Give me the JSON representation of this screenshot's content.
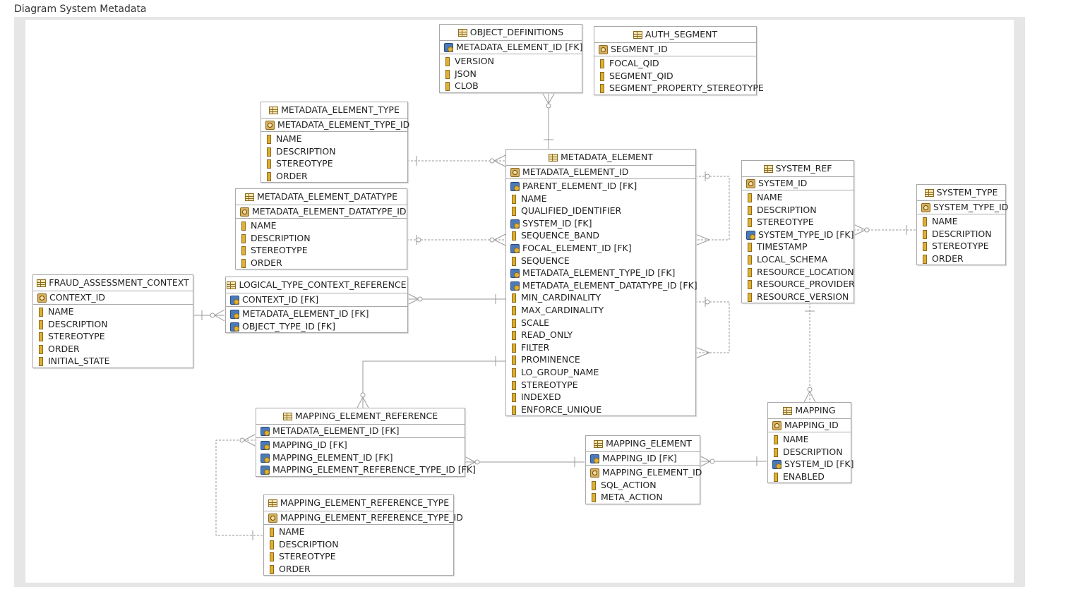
{
  "page": {
    "title": "Diagram System Metadata"
  },
  "entities": [
    {
      "key": "object_definitions",
      "name": "OBJECT_DEFINITIONS",
      "pk": {
        "label": "METADATA_ELEMENT_ID [FK]",
        "icon": "foreign-key-icon"
      },
      "columns": [
        {
          "label": "VERSION",
          "icon": "column-icon"
        },
        {
          "label": "JSON",
          "icon": "column-icon"
        },
        {
          "label": "CLOB",
          "icon": "column-icon"
        }
      ]
    },
    {
      "key": "auth_segment",
      "name": "AUTH_SEGMENT",
      "pk": {
        "label": "SEGMENT_ID",
        "icon": "primary-key-icon"
      },
      "columns": [
        {
          "label": "FOCAL_QID",
          "icon": "column-icon"
        },
        {
          "label": "SEGMENT_QID",
          "icon": "column-icon"
        },
        {
          "label": "SEGMENT_PROPERTY_STEREOTYPE",
          "icon": "column-icon"
        }
      ]
    },
    {
      "key": "metadata_element_type",
      "name": "METADATA_ELEMENT_TYPE",
      "pk": {
        "label": "METADATA_ELEMENT_TYPE_ID",
        "icon": "primary-key-icon"
      },
      "columns": [
        {
          "label": "NAME",
          "icon": "column-icon"
        },
        {
          "label": "DESCRIPTION",
          "icon": "column-icon"
        },
        {
          "label": "STEREOTYPE",
          "icon": "column-icon"
        },
        {
          "label": "ORDER",
          "icon": "column-icon"
        }
      ]
    },
    {
      "key": "metadata_element_datatype",
      "name": "METADATA_ELEMENT_DATATYPE",
      "pk": {
        "label": "METADATA_ELEMENT_DATATYPE_ID",
        "icon": "primary-key-icon"
      },
      "columns": [
        {
          "label": "NAME",
          "icon": "column-icon"
        },
        {
          "label": "DESCRIPTION",
          "icon": "column-icon"
        },
        {
          "label": "STEREOTYPE",
          "icon": "column-icon"
        },
        {
          "label": "ORDER",
          "icon": "column-icon"
        }
      ]
    },
    {
      "key": "metadata_element",
      "name": "METADATA_ELEMENT",
      "pk": {
        "label": "METADATA_ELEMENT_ID",
        "icon": "primary-key-icon"
      },
      "columns": [
        {
          "label": "PARENT_ELEMENT_ID [FK]",
          "icon": "foreign-key-icon"
        },
        {
          "label": "NAME",
          "icon": "column-icon"
        },
        {
          "label": "QUALIFIED_IDENTIFIER",
          "icon": "column-icon"
        },
        {
          "label": "SYSTEM_ID [FK]",
          "icon": "foreign-key-icon"
        },
        {
          "label": "SEQUENCE_BAND",
          "icon": "column-icon"
        },
        {
          "label": "FOCAL_ELEMENT_ID [FK]",
          "icon": "foreign-key-icon"
        },
        {
          "label": "SEQUENCE",
          "icon": "column-icon"
        },
        {
          "label": "METADATA_ELEMENT_TYPE_ID [FK]",
          "icon": "foreign-key-icon"
        },
        {
          "label": "METADATA_ELEMENT_DATATYPE_ID [FK]",
          "icon": "foreign-key-icon"
        },
        {
          "label": "MIN_CARDINALITY",
          "icon": "column-icon"
        },
        {
          "label": "MAX_CARDINALITY",
          "icon": "column-icon"
        },
        {
          "label": "SCALE",
          "icon": "column-icon"
        },
        {
          "label": "READ_ONLY",
          "icon": "column-icon"
        },
        {
          "label": "FILTER",
          "icon": "column-icon"
        },
        {
          "label": "PROMINENCE",
          "icon": "column-icon"
        },
        {
          "label": "LO_GROUP_NAME",
          "icon": "column-icon"
        },
        {
          "label": "STEREOTYPE",
          "icon": "column-icon"
        },
        {
          "label": "INDEXED",
          "icon": "column-icon"
        },
        {
          "label": "ENFORCE_UNIQUE",
          "icon": "column-icon"
        }
      ]
    },
    {
      "key": "system_ref",
      "name": "SYSTEM_REF",
      "pk": {
        "label": "SYSTEM_ID",
        "icon": "primary-key-icon"
      },
      "columns": [
        {
          "label": "NAME",
          "icon": "column-icon"
        },
        {
          "label": "DESCRIPTION",
          "icon": "column-icon"
        },
        {
          "label": "STEREOTYPE",
          "icon": "column-icon"
        },
        {
          "label": "SYSTEM_TYPE_ID [FK]",
          "icon": "foreign-key-icon"
        },
        {
          "label": "TIMESTAMP",
          "icon": "column-icon"
        },
        {
          "label": "LOCAL_SCHEMA",
          "icon": "column-icon"
        },
        {
          "label": "RESOURCE_LOCATION",
          "icon": "column-icon"
        },
        {
          "label": "RESOURCE_PROVIDER",
          "icon": "column-icon"
        },
        {
          "label": "RESOURCE_VERSION",
          "icon": "column-icon"
        }
      ]
    },
    {
      "key": "system_type",
      "name": "SYSTEM_TYPE",
      "pk": {
        "label": "SYSTEM_TYPE_ID",
        "icon": "primary-key-icon"
      },
      "columns": [
        {
          "label": "NAME",
          "icon": "column-icon"
        },
        {
          "label": "DESCRIPTION",
          "icon": "column-icon"
        },
        {
          "label": "STEREOTYPE",
          "icon": "column-icon"
        },
        {
          "label": "ORDER",
          "icon": "column-icon"
        }
      ]
    },
    {
      "key": "fraud_assessment_context",
      "name": "FRAUD_ASSESSMENT_CONTEXT",
      "pk": {
        "label": "CONTEXT_ID",
        "icon": "primary-key-icon"
      },
      "columns": [
        {
          "label": "NAME",
          "icon": "column-icon"
        },
        {
          "label": "DESCRIPTION",
          "icon": "column-icon"
        },
        {
          "label": "STEREOTYPE",
          "icon": "column-icon"
        },
        {
          "label": "ORDER",
          "icon": "column-icon"
        },
        {
          "label": "INITIAL_STATE",
          "icon": "column-icon"
        }
      ]
    },
    {
      "key": "logical_type_context_reference",
      "name": "LOGICAL_TYPE_CONTEXT_REFERENCE",
      "pk": {
        "label": "CONTEXT_ID [FK]",
        "icon": "foreign-key-icon"
      },
      "columns": [
        {
          "label": "METADATA_ELEMENT_ID [FK]",
          "icon": "foreign-key-icon"
        },
        {
          "label": "OBJECT_TYPE_ID [FK]",
          "icon": "foreign-key-icon"
        }
      ]
    },
    {
      "key": "mapping_element_reference",
      "name": "MAPPING_ELEMENT_REFERENCE",
      "pk": {
        "label": "METADATA_ELEMENT_ID [FK]",
        "icon": "foreign-key-icon"
      },
      "columns": [
        {
          "label": "MAPPING_ID [FK]",
          "icon": "foreign-key-icon"
        },
        {
          "label": "MAPPING_ELEMENT_ID [FK]",
          "icon": "foreign-key-icon"
        },
        {
          "label": "MAPPING_ELEMENT_REFERENCE_TYPE_ID [FK]",
          "icon": "foreign-key-icon"
        }
      ]
    },
    {
      "key": "mapping_element_reference_type",
      "name": "MAPPING_ELEMENT_REFERENCE_TYPE",
      "pk": {
        "label": "MAPPING_ELEMENT_REFERENCE_TYPE_ID",
        "icon": "primary-key-icon"
      },
      "columns": [
        {
          "label": "NAME",
          "icon": "column-icon"
        },
        {
          "label": "DESCRIPTION",
          "icon": "column-icon"
        },
        {
          "label": "STEREOTYPE",
          "icon": "column-icon"
        },
        {
          "label": "ORDER",
          "icon": "column-icon"
        }
      ]
    },
    {
      "key": "mapping_element",
      "name": "MAPPING_ELEMENT",
      "pk": {
        "label": "MAPPING_ID [FK]",
        "icon": "foreign-key-icon"
      },
      "columns": [
        {
          "label": "MAPPING_ELEMENT_ID",
          "icon": "primary-key-icon"
        },
        {
          "label": "SQL_ACTION",
          "icon": "column-icon"
        },
        {
          "label": "META_ACTION",
          "icon": "column-icon"
        }
      ]
    },
    {
      "key": "mapping",
      "name": "MAPPING",
      "pk": {
        "label": "MAPPING_ID",
        "icon": "primary-key-icon"
      },
      "columns": [
        {
          "label": "NAME",
          "icon": "column-icon"
        },
        {
          "label": "DESCRIPTION",
          "icon": "column-icon"
        },
        {
          "label": "SYSTEM_ID [FK]",
          "icon": "foreign-key-icon"
        },
        {
          "label": "ENABLED",
          "icon": "column-icon"
        }
      ]
    }
  ],
  "colors": {
    "line": "#9a9a9a",
    "border": "#a9a9a9",
    "frame": "#e6e6e6",
    "key_icon": "#d8b060",
    "fk_icon": "#4a7ab8"
  }
}
